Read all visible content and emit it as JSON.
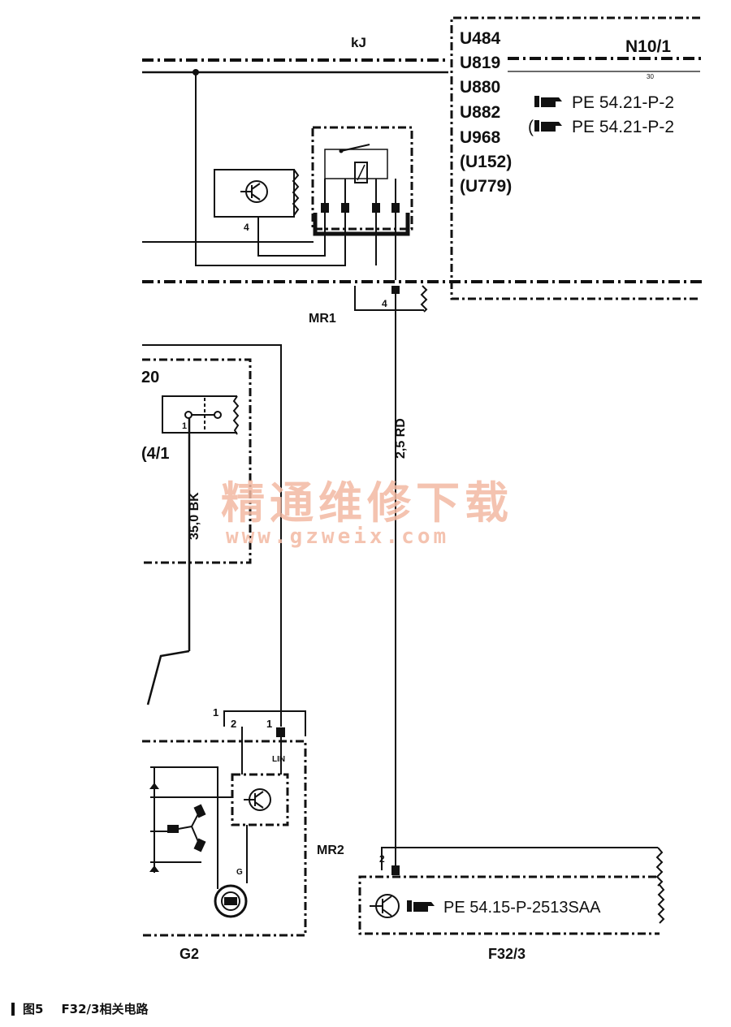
{
  "labels": {
    "bus": "kJ",
    "ecu_codes": [
      "U484",
      "U819",
      "U880",
      "U882",
      "U968",
      "(U152)",
      "(U779)"
    ],
    "ecu_name": "N10/1",
    "ecu_pin": "30",
    "ecu_ref1": "PE 54.21-P-2",
    "ecu_ref2": "PE 54.21-P-2",
    "relay_pin": "4",
    "mr1": "MR1",
    "mr1_pin": "4",
    "left_top": "20",
    "left_conn": "(4/1",
    "left_pin": "1",
    "wire_bk": "35,0 BK",
    "wire_rd": "2,5 RD",
    "g2_pin_top": "1",
    "g2_pin_2": "2",
    "g2_pin_1": "1",
    "g2_terminal": "LIN",
    "g2_g": "G",
    "g2_name": "G2",
    "mr2": "MR2",
    "mr2_pin": "2",
    "f32_ref": "PE 54.15-P-2513SAA",
    "f32_name": "F32/3"
  },
  "watermark": {
    "line1": "精通维修下载",
    "line2": "www.gzweix.com"
  },
  "caption": {
    "figure": "图5",
    "title": "F32/3相关电路"
  },
  "colors": {
    "ink": "#111111",
    "watermark": "#f3b9a3"
  }
}
